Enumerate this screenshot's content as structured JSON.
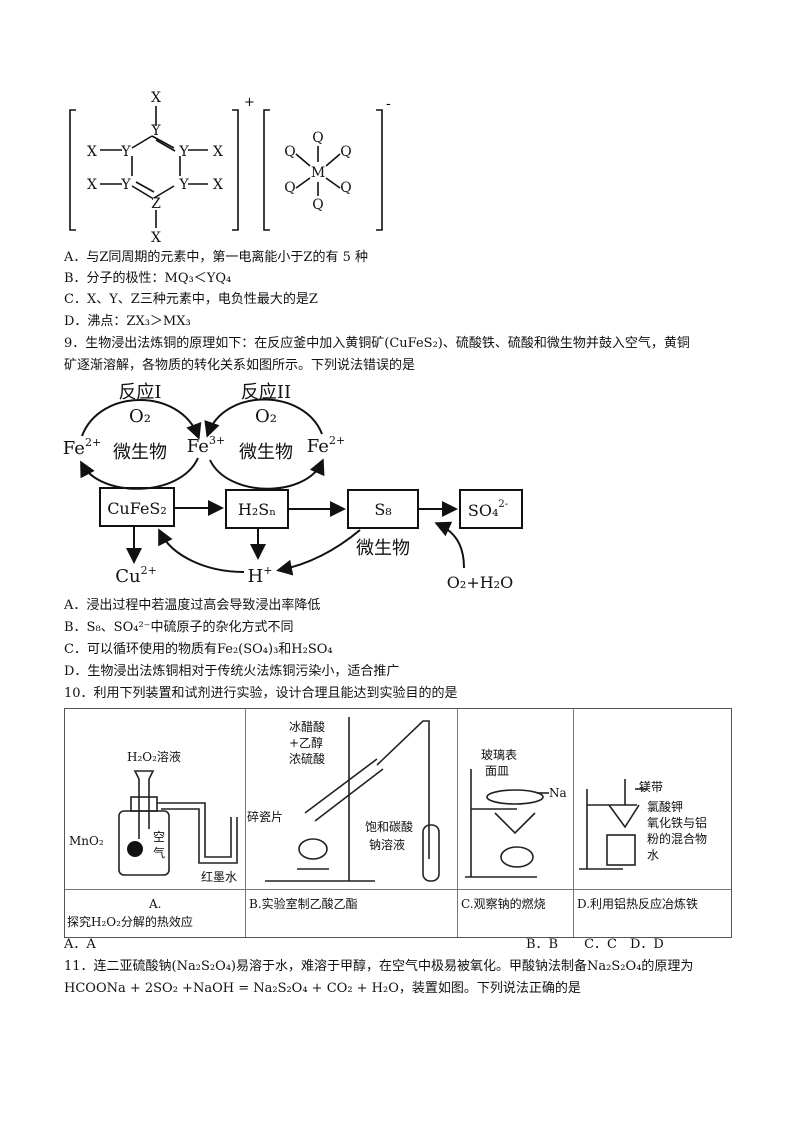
{
  "q8": {
    "structure": {
      "charge_cation": "+",
      "charge_anion": "-",
      "ring": {
        "x": "X",
        "y": "Y",
        "z": "Z"
      },
      "anion": {
        "m": "M",
        "q": "Q"
      }
    },
    "options": [
      "A．与Z同周期的元素中，第一电离能小于Z的有 5 种",
      "B．分子的极性：MQ₃＜YQ₄",
      "C．X、Y、Z三种元素中，电负性最大的是Z",
      "D．沸点：ZX₃＞MX₃"
    ]
  },
  "q9": {
    "stem_line1": "9．生物浸出法炼铜的原理如下：在反应釜中加入黄铜矿(CuFeS₂)、硫酸铁、硫酸和微生物并鼓入空气，黄铜",
    "stem_line2": "矿逐渐溶解，各物质的转化关系如图所示。下列说法错误的是",
    "diagram": {
      "reaction1": "反应I",
      "reaction2": "反应II",
      "o2": "O₂",
      "microbe": "微生物",
      "fe2": "Fe",
      "fe2_charge": "2+",
      "fe3": "Fe",
      "fe3_charge": "3+",
      "cufes2": "CuFeS₂",
      "h2sn": "H₂Sₙ",
      "s8": "S₈",
      "so4": "SO₄",
      "so4_charge": "2-",
      "cu2": "Cu",
      "cu2_charge": "2+",
      "hplus": "H",
      "hplus_charge": "+",
      "o2h2o": "O₂+H₂O"
    },
    "options": [
      "A．浸出过程中若温度过高会导致浸出率降低",
      "B．S₈、SO₄²⁻中硫原子的杂化方式不同",
      "C．可以循环使用的物质有Fe₂(SO₄)₃和H₂SO₄",
      "D．生物浸出法炼铜相对于传统火法炼铜污染小，适合推广"
    ]
  },
  "q10": {
    "stem": "10．利用下列装置和试剂进行实验，设计合理且能达到实验目的的是",
    "cells": {
      "a_reagent": "H₂O₂溶液",
      "a_mno2": "MnO₂",
      "a_air1": "空",
      "a_air2": "气",
      "a_ink": "红墨水",
      "a_label1": "A.",
      "a_label2": "探究H₂O₂分解的热效应",
      "b_r1": "冰醋酸",
      "b_r2": "+乙醇",
      "b_r3": "浓硫酸",
      "b_chips": "碎瓷片",
      "b_sat1": "饱和碳酸",
      "b_sat2": "钠溶液",
      "b_label": "B.实验室制乙酸乙酯",
      "c_glass1": "玻璃表",
      "c_glass2": "面皿",
      "c_na": "Na",
      "c_label": "C.观察钠的燃烧",
      "d_mg": "镁带",
      "d_kclo3": "氯酸钾",
      "d_mix1": "氧化铁与铝",
      "d_mix2": "粉的混合物",
      "d_water": "水",
      "d_label": "D.利用铝热反应冶炼铁"
    },
    "answers": {
      "a": "A．A",
      "bcd": "B．B　　C．C　D．D"
    }
  },
  "q11": {
    "line1": "11．连二亚硫酸钠(Na₂S₂O₄)易溶于水，难溶于甲醇，在空气中极易被氧化。甲酸钠法制备Na₂S₂O₄的原理为",
    "line2": "HCOONa + 2SO₂ +NaOH = Na₂S₂O₄ + CO₂ + H₂O，装置如图。下列说法正确的是"
  }
}
